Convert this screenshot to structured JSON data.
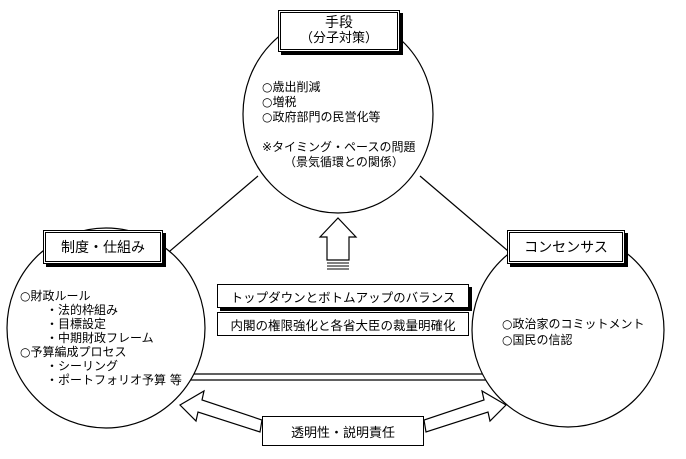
{
  "top": {
    "title": "手段",
    "subtitle": "（分子対策）",
    "items": [
      "○歳出削減",
      "○増税",
      "○政府部門の民営化等"
    ],
    "note": "※タイミング・ペースの問題",
    "note_sub": "（景気循環との関係）"
  },
  "left": {
    "title": "制度・仕組み",
    "items": [
      "○財政ルール",
      "・法的枠組み",
      "・目標設定",
      "・中期財政フレーム",
      "○予算編成プロセス",
      "・シーリング",
      "・ポートフォリオ予算 等"
    ]
  },
  "right": {
    "title": "コンセンサス",
    "items": [
      "○政治家のコミットメント",
      "○国民の信認"
    ]
  },
  "center": {
    "banner1": "トップダウンとボトムアップのバランス",
    "banner2": "内閣の権限強化と各省大臣の裁量明確化"
  },
  "bottom": {
    "label": "透明性・説明責任"
  }
}
